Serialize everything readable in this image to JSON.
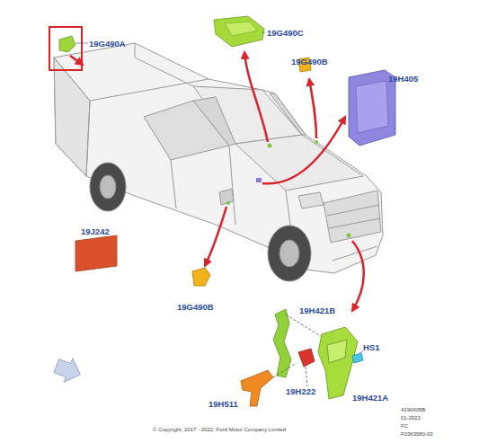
{
  "diagram": {
    "labels": [
      "19G490A",
      "19G490C",
      "19G490B",
      "19H405",
      "19J242",
      "19G490B",
      "19H421B",
      "HS1",
      "19H222",
      "19H511",
      "19H421A",
      "© Copyright, 2017 - 2022, Ford Motor Company Limited",
      "4190405B",
      "01-2022",
      "FC",
      "F0363580-03"
    ]
  }
}
